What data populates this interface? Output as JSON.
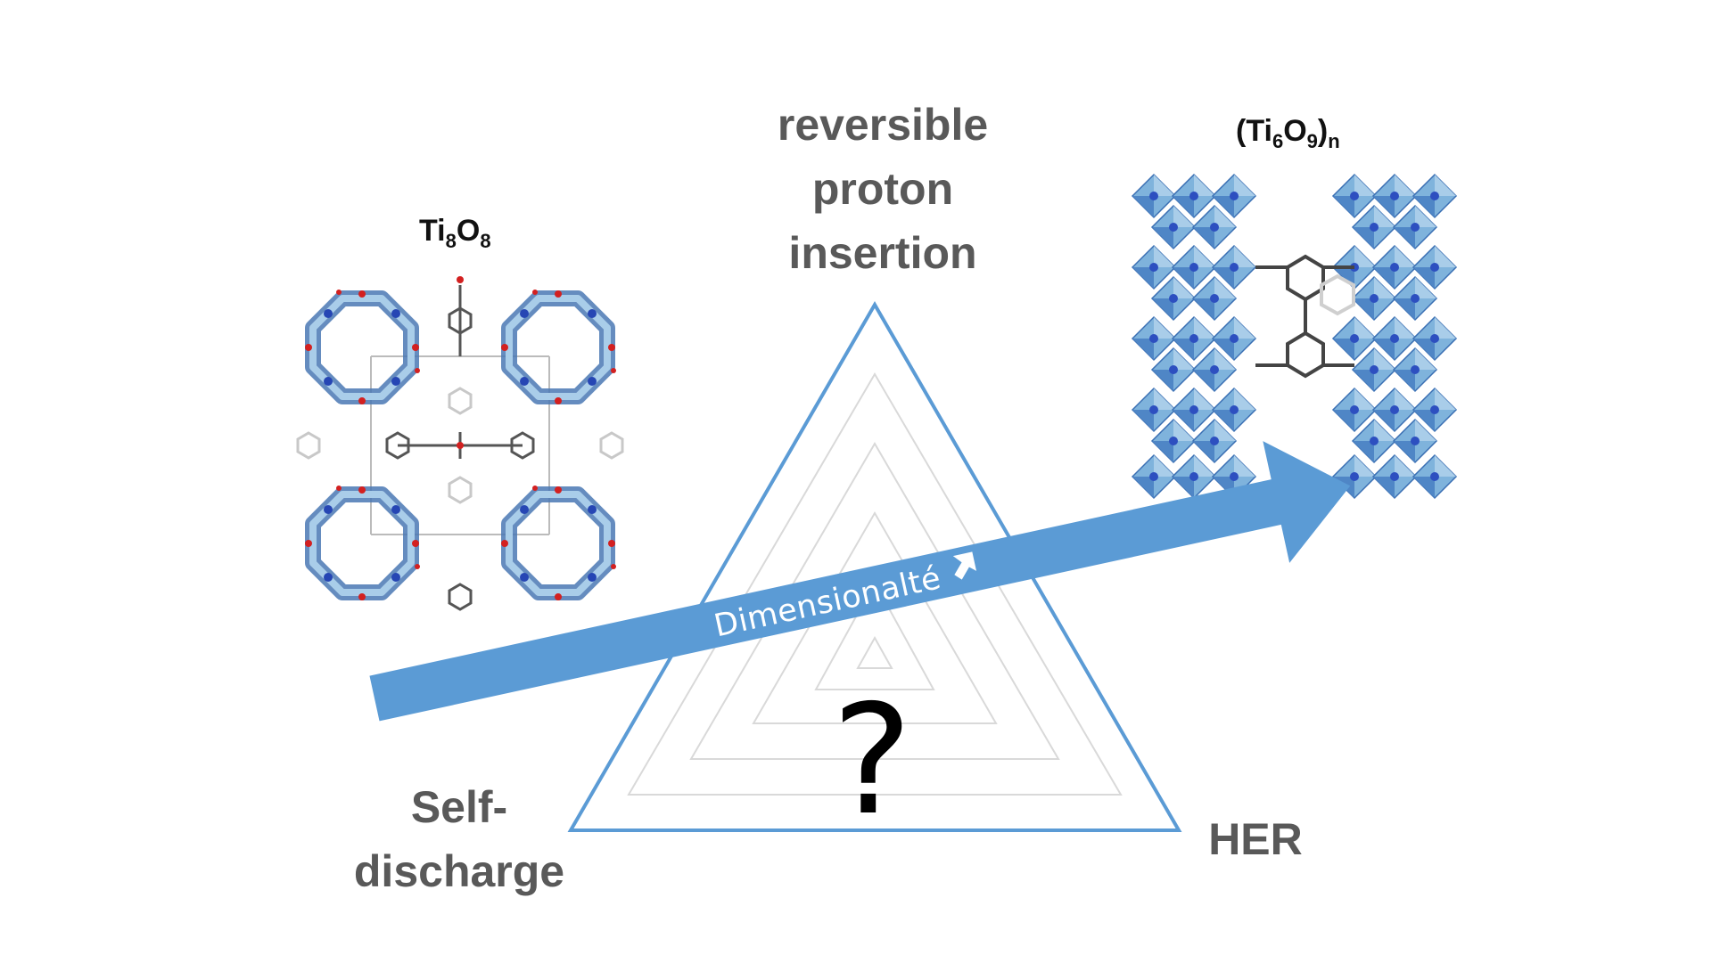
{
  "labels": {
    "top_vertex": [
      "reversible",
      "proton",
      "insertion"
    ],
    "bottom_left_vertex": [
      "Self-",
      "discharge"
    ],
    "bottom_right_vertex": "HER",
    "center_mark": "?"
  },
  "arrow": {
    "label": "Dimensionalté",
    "direction_icon": "diagonal-up-right-arrow-icon",
    "color": "#5b9bd5"
  },
  "structures": {
    "left": {
      "formula_base": [
        "Ti",
        "O"
      ],
      "formula_sub": [
        "8",
        "8"
      ],
      "icon": "ti8o8-crystal-structure-icon"
    },
    "right": {
      "formula_open": "(",
      "formula_base": [
        "Ti",
        "O"
      ],
      "formula_sub": [
        "6",
        "9"
      ],
      "formula_close": ")",
      "formula_outer_sub": "n",
      "icon": "ti6o9-chain-structure-icon"
    }
  },
  "colors": {
    "triangle": "#5b9bd5",
    "label_text": "#595959",
    "octahedra": "#7fb3dc",
    "octahedra_dark": "#3a6fb3"
  }
}
